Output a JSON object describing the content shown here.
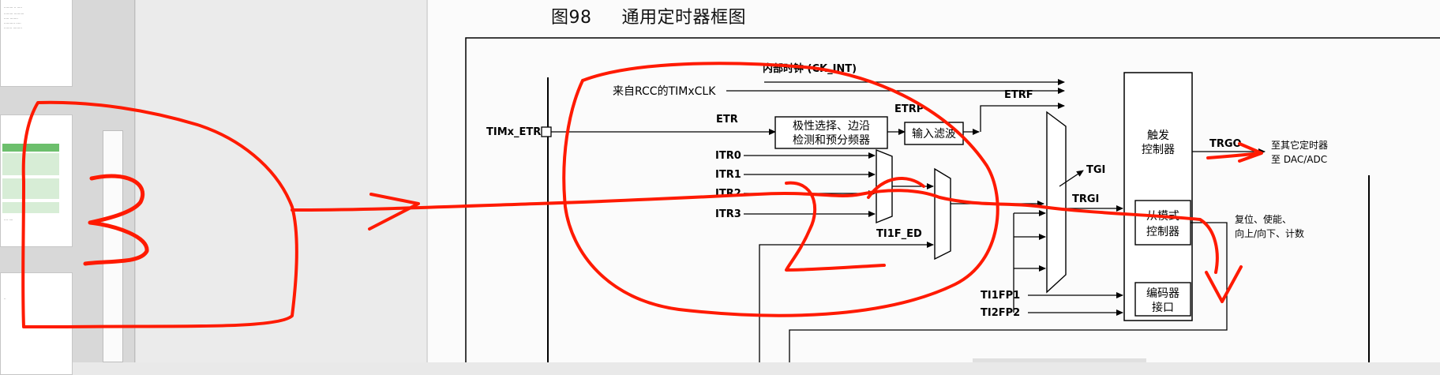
{
  "figure": {
    "number": "图98",
    "title": "通用定时器框图"
  },
  "diagram": {
    "input_clock_label": "内部时钟 (CK_INT)",
    "rcc_clock_label": "来自RCC的TIMxCLK",
    "etr_pin": "TIMx_ETR",
    "etr": "ETR",
    "etrp": "ETRP",
    "etrf": "ETRF",
    "itr_inputs": [
      "ITR0",
      "ITR1",
      "ITR2",
      "ITR3"
    ],
    "ti1f_ed": "TI1F_ED",
    "trgi": "TRGI",
    "tgi": "TGI",
    "ti1fp1": "TI1FP1",
    "ti2fp2": "TI2FP2",
    "trgo": "TRGO",
    "trgo_dest_line1": "至其它定时器",
    "trgo_dest_line2": "至 DAC/ADC",
    "slave_out_line1": "复位、使能、",
    "slave_out_line2": "向上/向下、计数",
    "blocks": {
      "polarity_line1": "极性选择、边沿",
      "polarity_line2": "检测和预分频器",
      "input_filter": "输入滤波",
      "trigger_ctrl_line1": "触发",
      "trigger_ctrl_line2": "控制器",
      "slave_ctrl_line1": "从模式",
      "slave_ctrl_line2": "控制器",
      "encoder_line1": "编码器",
      "encoder_line2": "接口"
    }
  },
  "colors": {
    "annotation": "#ff1a00",
    "page_background": "#fbfbfb",
    "sidebar_background": "#d8d8d8",
    "thumb_green": "#6cbf6c"
  }
}
